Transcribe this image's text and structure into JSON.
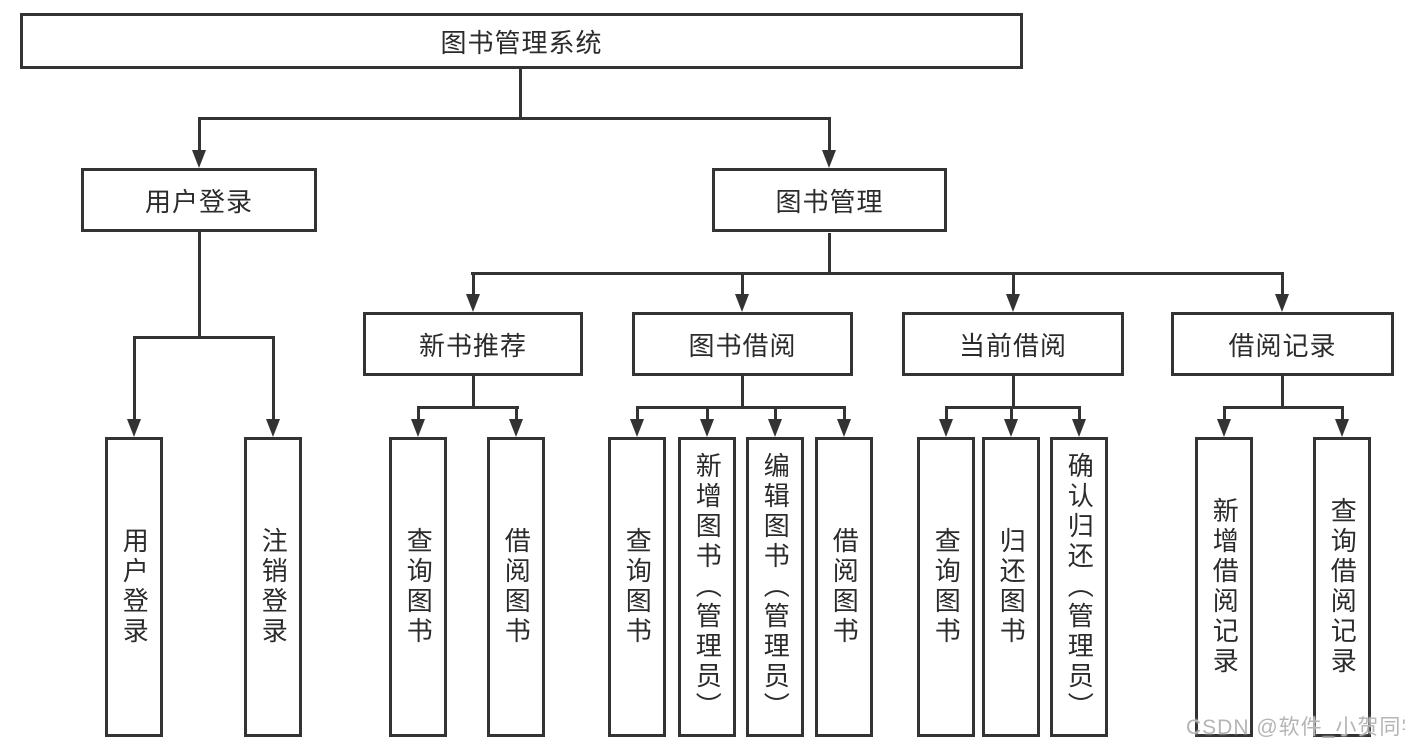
{
  "diagram_title": "图书管理系统",
  "tree": {
    "label": "图书管理系统",
    "children": [
      {
        "label": "用户登录",
        "children": [
          {
            "label": "用户登录"
          },
          {
            "label": "注销登录"
          }
        ]
      },
      {
        "label": "图书管理",
        "children": [
          {
            "label": "新书推荐",
            "children": [
              {
                "label": "查询图书"
              },
              {
                "label": "借阅图书"
              }
            ]
          },
          {
            "label": "图书借阅",
            "children": [
              {
                "label": "查询图书"
              },
              {
                "label": "新增图书（管理员）"
              },
              {
                "label": "编辑图书（管理员）"
              },
              {
                "label": "借阅图书"
              }
            ]
          },
          {
            "label": "当前借阅",
            "children": [
              {
                "label": "查询图书"
              },
              {
                "label": "归还图书"
              },
              {
                "label": "确认归还（管理员）"
              }
            ]
          },
          {
            "label": "借阅记录",
            "children": [
              {
                "label": "新增借阅记录"
              },
              {
                "label": "查询借阅记录"
              }
            ]
          }
        ]
      }
    ]
  },
  "watermark": {
    "text": "CSDN @软件_小贺同学"
  },
  "colors": {
    "line": "#333333",
    "box_border": "#333333",
    "text": "#2b2b2b",
    "background": "#ffffff",
    "watermark": "#b5b5b5"
  }
}
